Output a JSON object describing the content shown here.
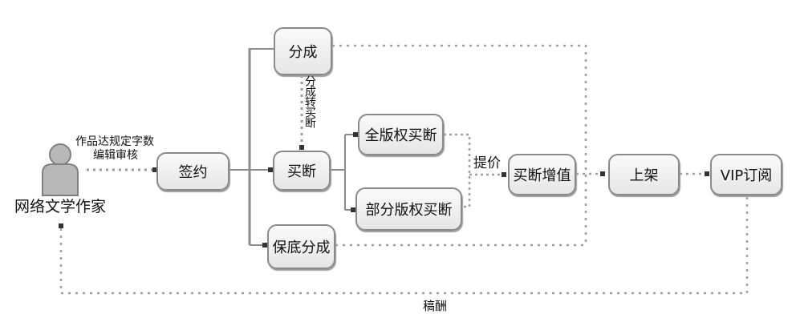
{
  "diagram": {
    "actor": {
      "label": "网络文学作家",
      "icon": "person-icon"
    },
    "edge_labels": {
      "submit_line1": "作品达规定字数",
      "submit_line2": "编辑审核",
      "convert": "分成转买断",
      "raise_price": "提价",
      "payment": "稿酬"
    },
    "nodes": {
      "sign": "签约",
      "share": "分成",
      "buyout": "买断",
      "guaranteed_share": "保底分成",
      "full_buyout": "全版权买断",
      "partial_buyout": "部分版权买断",
      "buyout_value_add": "买断增值",
      "shelve": "上架",
      "vip": "VIP订阅"
    },
    "colors": {
      "solid_line": "#8c8c8c",
      "dotted_line": "#9a9a9a",
      "node_border": "#8a8a8a",
      "arrow_head": "#333333"
    }
  }
}
